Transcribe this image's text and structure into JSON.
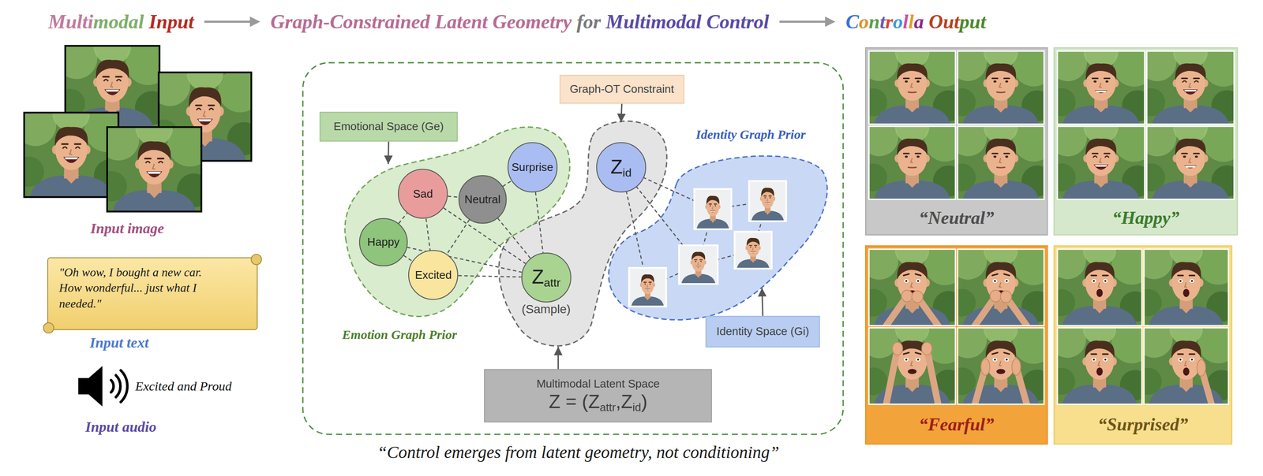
{
  "diagram": {
    "title": "Graph-Constrained Latent Geometry for Multimodal Control",
    "caption": "“Control emerges from latent geometry, not conditioning”",
    "nodes": [
      {
        "text": [
          "\"Oh wow, I bought a new car. How wonderful... just what I needed.\""
        ]
      },
      {
        "text": [
          "Emotional Space (Ge)"
        ]
      },
      {
        "text": [
          "Emotion Graph Prior"
        ]
      },
      {
        "text": [
          "Sad"
        ],
        "in": 2
      },
      {
        "text": [
          "Neutral"
        ],
        "in": 2
      },
      {
        "text": [
          "Surprise"
        ],
        "in": 2
      },
      {
        "text": [
          "Happy"
        ],
        "in": 2
      },
      {
        "text": [
          "Excited"
        ],
        "in": 2
      },
      {
        "text": [
          "Graph-OT Constraint"
        ]
      },
      {
        "text": [
          "Zid"
        ]
      },
      {
        "text": [
          "Zattr",
          "(Sample)"
        ]
      },
      {
        "text": [
          "Identity Graph Prior"
        ]
      },
      {
        "text": [
          "Identity Space (Gi)"
        ]
      },
      {
        "text": [
          "Multimodal Latent Space",
          "Z = (Zattr,Zid)"
        ]
      },
      {
        "text": [
          "“Neutral”"
        ]
      },
      {
        "text": [
          "“Happy”"
        ]
      },
      {
        "text": [
          "“Fearful”"
        ]
      },
      {
        "text": [
          "“Surprised”"
        ]
      }
    ],
    "edges": [
      {
        "from": 1,
        "to": 2,
        "arrow": "to"
      },
      {
        "from": 12,
        "to": 11,
        "arrow": "to"
      },
      {
        "from": 8,
        "to": 9,
        "arrow": "to"
      },
      {
        "from": 13,
        "to": 10,
        "arrow": "to"
      },
      {
        "from": 3,
        "to": 4,
        "arrow": "none"
      },
      {
        "from": 4,
        "to": 5,
        "arrow": "none"
      },
      {
        "from": 6,
        "to": 3,
        "arrow": "none"
      },
      {
        "from": 6,
        "to": 7,
        "arrow": "none"
      },
      {
        "from": 3,
        "to": 7,
        "arrow": "none"
      },
      {
        "from": 4,
        "to": 7,
        "arrow": "none"
      },
      {
        "from": 3,
        "to": 10,
        "arrow": "none"
      },
      {
        "from": 4,
        "to": 10,
        "arrow": "none"
      },
      {
        "from": 5,
        "to": 10,
        "arrow": "none"
      },
      {
        "from": 6,
        "to": 10,
        "arrow": "none"
      },
      {
        "from": 7,
        "to": 10,
        "arrow": "none"
      }
    ],
    "labels": [
      "Multimodal Input",
      "Controlla Output",
      "Input image",
      "Input text",
      "Excited and Proud",
      "Input audio"
    ]
  }
}
